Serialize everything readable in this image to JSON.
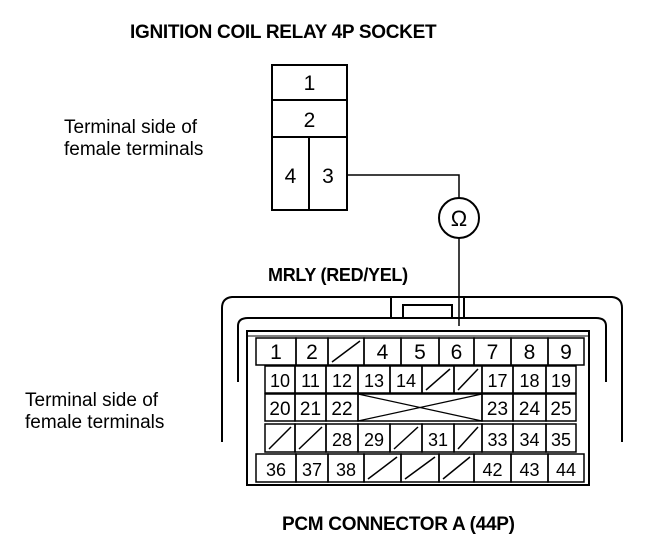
{
  "relay_socket": {
    "title": "IGNITION COIL RELAY 4P SOCKET",
    "note_line1": "Terminal side of",
    "note_line2": "female terminals",
    "cells": [
      "1",
      "2",
      "4",
      "3"
    ]
  },
  "meter": {
    "symbol": "Ω"
  },
  "wire_label": "MRLY (RED/YEL)",
  "pcm_connector": {
    "title": "PCM CONNECTOR A (44P)",
    "note_line1": "Terminal side of",
    "note_line2": "female terminals",
    "rows": [
      [
        "1",
        "2",
        "/",
        "4",
        "5",
        "6",
        "7",
        "8",
        "9"
      ],
      [
        "10",
        "11",
        "12",
        "13",
        "14",
        "/",
        "/",
        "17",
        "18",
        "19"
      ],
      [
        "20",
        "21",
        "22",
        "X",
        "23",
        "24",
        "25"
      ],
      [
        "/",
        "/",
        "28",
        "29",
        "/",
        "31",
        "/",
        "33",
        "34",
        "35"
      ],
      [
        "36",
        "37",
        "38",
        "/",
        "/",
        "/",
        "42",
        "43",
        "44"
      ]
    ]
  }
}
